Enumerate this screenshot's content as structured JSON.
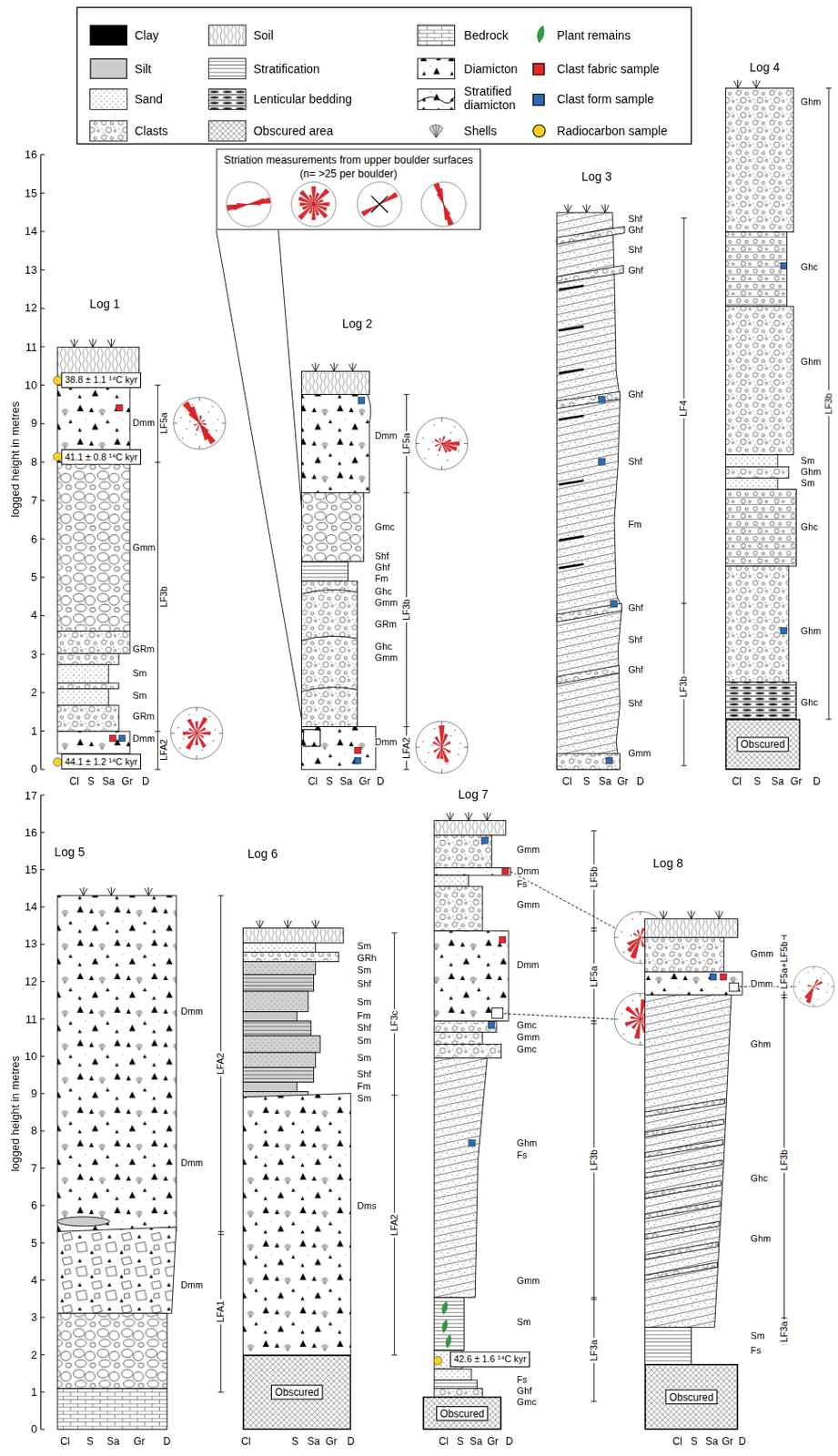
{
  "diagram": {
    "nodes": [
      {
        "text": [
          "Striation measurements from upper boulder surfaces (n= >25 per boulder)"
        ]
      },
      {
        "text": [
          "38.8 ± 1.1 ¹⁴C kyr"
        ]
      },
      {
        "text": [
          "41.1 ± 0.8 ¹⁴C kyr"
        ]
      },
      {
        "text": [
          "44.1 ± 1.2 ¹⁴C kyr"
        ]
      },
      {
        "text": [
          "Obscured"
        ]
      },
      {
        "text": [
          "Obscured"
        ]
      },
      {
        "text": [
          "42.6 ± 1.6 ¹⁴C kyr"
        ]
      },
      {
        "text": [
          "Obscured"
        ]
      },
      {
        "text": [
          "Obscured"
        ]
      }
    ],
    "labels": [
      "16",
      "15",
      "14",
      "13",
      "12",
      "11",
      "10",
      "9",
      "8",
      "7",
      "6",
      "5",
      "4",
      "3",
      "2",
      "1",
      "0",
      "logged height in metres",
      "17",
      "16",
      "15",
      "14",
      "13",
      "12",
      "11",
      "10",
      "9",
      "8",
      "7",
      "6",
      "5",
      "4",
      "3",
      "2",
      "1",
      "0",
      "logged height in metres",
      "Log 1",
      "Log 2",
      "Log 3",
      "Log 4",
      "Log 5",
      "Log 6",
      "Log 7",
      "Log 8",
      "Cl",
      "S",
      "Sa",
      "Gr",
      "D",
      "Cl",
      "S",
      "Sa",
      "Gr",
      "D",
      "Cl",
      "S",
      "Sa",
      "Gr",
      "D",
      "Cl",
      "S",
      "Sa",
      "Gr",
      "D",
      "Cl",
      "S",
      "Sa",
      "Gr",
      "D",
      "Cl",
      "S",
      "Sa",
      "Gr",
      "D",
      "Cl",
      "S",
      "Sa",
      "Gr",
      "D",
      "Cl",
      "S",
      "Sa",
      "Gr",
      "D",
      "Dmm",
      "Gmm",
      "GRm",
      "Sm",
      "Sm",
      "GRm",
      "Dmm",
      "Dmm",
      "Gmc",
      "Shf",
      "Ghf",
      "Fm",
      "Ghc",
      "Gmm",
      "GRm",
      "Ghc",
      "Gmm",
      "Dmm",
      "Shf",
      "Ghf",
      "Shf",
      "Ghf",
      "Ghf",
      "Shf",
      "Fm",
      "Ghf",
      "Shf",
      "Ghf",
      "Shf",
      "Gmm",
      "Ghm",
      "Ghc",
      "Ghm",
      "Sm",
      "Ghm",
      "Sm",
      "Ghc",
      "Ghm",
      "Ghc",
      "Dmm",
      "Dmm",
      "Dmm",
      "Sm",
      "GRh",
      "Sm",
      "Shf",
      "Sm",
      "Fm",
      "Shf",
      "Sm",
      "Sm",
      "Shf",
      "Fm",
      "Sm",
      "Dms",
      "Gmm",
      "Dmm",
      "Fs",
      "Gmm",
      "Dmm",
      "Gmc",
      "Gmm",
      "Gmc",
      "Ghm",
      "Fs",
      "Gmm",
      "Sm",
      "Fs",
      "Ghf",
      "Gmc",
      "Gmm",
      "Dmm",
      "Ghm",
      "Ghc",
      "Ghm",
      "Sm",
      "Fs",
      "LF5a",
      "LF3b",
      "LFA2",
      "LF5a",
      "LF3b",
      "LFA2",
      "LF4",
      "LF3b",
      "LF3b",
      "LFA2",
      "LFA1",
      "LF3c",
      "LFA2",
      "LF5b",
      "LF5a",
      "LF3b",
      "LF3a",
      "LF5a+LF5b",
      "LF3b",
      "LF3a"
    ],
    "legend": [
      {
        "text": "Clay",
        "color": "#000000"
      },
      {
        "text": "Silt",
        "color": "#cccccc"
      },
      {
        "text": "Sand"
      },
      {
        "text": "Clasts"
      },
      {
        "text": "Soil"
      },
      {
        "text": "Stratification"
      },
      {
        "text": "Lenticular bedding"
      },
      {
        "text": "Obscured area"
      },
      {
        "text": "Bedrock"
      },
      {
        "text": "Diamicton"
      },
      {
        "text": "Stratified diamicton"
      },
      {
        "text": "Shells"
      },
      {
        "text": "Plant remains"
      },
      {
        "text": "Clast fabric sample",
        "color": "#e8252a"
      },
      {
        "text": "Clast form sample",
        "color": "#2b6cb5"
      },
      {
        "text": "Radiocarbon sample",
        "color": "#f7d31e"
      }
    ]
  }
}
